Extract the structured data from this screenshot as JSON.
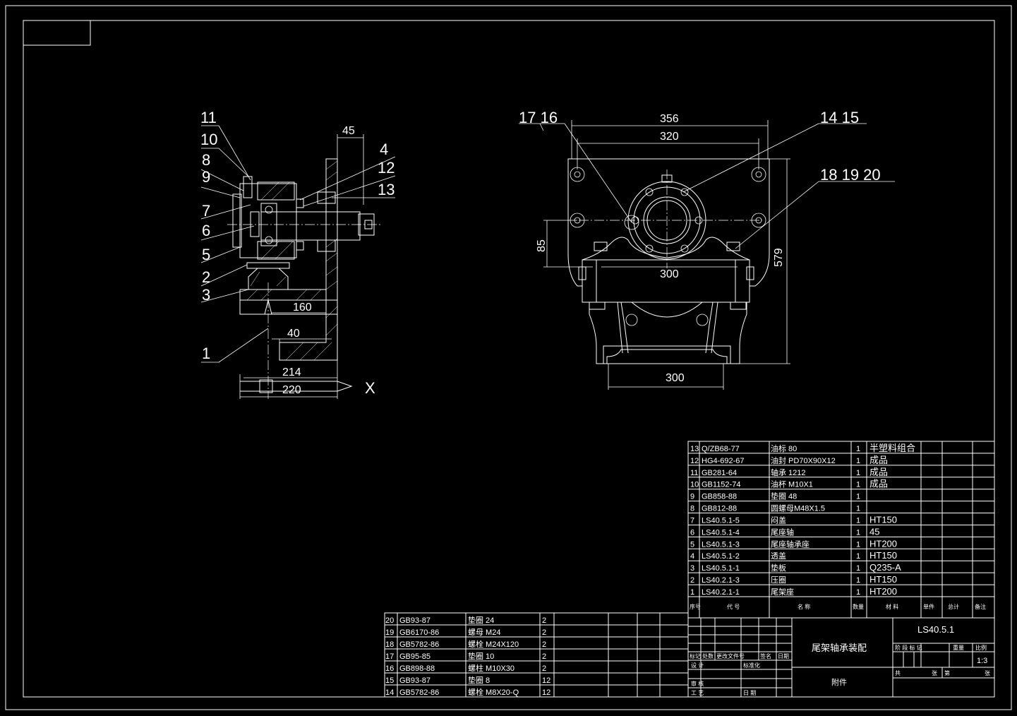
{
  "drawing": {
    "side_view_labels": [
      "11",
      "10",
      "8",
      "9",
      "7",
      "6",
      "5",
      "2",
      "3",
      "1",
      "4",
      "12",
      "13"
    ],
    "side_dims": {
      "d45": "45",
      "d160": "160",
      "d40": "40",
      "d214": "214",
      "d220": "220",
      "axis": "X"
    },
    "front_labels": {
      "l1716": "17 16",
      "l1415": "14 15",
      "l181920": "18 19 20"
    },
    "front_dims": {
      "d356": "356",
      "d320": "320",
      "d85": "85",
      "d300a": "300",
      "d579": "579",
      "d300b": "300"
    }
  },
  "parts_upper": [
    {
      "no": "13",
      "code": "Q/ZB68-77",
      "name": "油标 80",
      "qty": "1",
      "mat": "半塑料组合",
      "note": ""
    },
    {
      "no": "12",
      "code": "HG4-692-67",
      "name": "油封 PD70X90X12",
      "qty": "1",
      "mat": "成品",
      "note": ""
    },
    {
      "no": "11",
      "code": "GB281-64",
      "name": "轴承 1212",
      "qty": "1",
      "mat": "成品",
      "note": ""
    },
    {
      "no": "10",
      "code": "GB1152-74",
      "name": "油杯 M10X1",
      "qty": "1",
      "mat": "成品",
      "note": ""
    },
    {
      "no": "9",
      "code": "GB858-88",
      "name": "垫圈 48",
      "qty": "1",
      "mat": "",
      "note": ""
    },
    {
      "no": "8",
      "code": "GB812-88",
      "name": "圆螺母M48X1.5",
      "qty": "1",
      "mat": "",
      "note": ""
    },
    {
      "no": "7",
      "code": "LS40.5.1-5",
      "name": "闷盖",
      "qty": "1",
      "mat": "HT150",
      "note": ""
    },
    {
      "no": "6",
      "code": "LS40.5.1-4",
      "name": "尾座轴",
      "qty": "1",
      "mat": "45",
      "note": ""
    },
    {
      "no": "5",
      "code": "LS40.5.1-3",
      "name": "尾座轴承座",
      "qty": "1",
      "mat": "HT200",
      "note": ""
    },
    {
      "no": "4",
      "code": "LS40.5.1-2",
      "name": "透盖",
      "qty": "1",
      "mat": "HT150",
      "note": ""
    },
    {
      "no": "3",
      "code": "LS40.5.1-1",
      "name": "垫板",
      "qty": "1",
      "mat": "Q235-A",
      "note": ""
    },
    {
      "no": "2",
      "code": "LS40.2.1-3",
      "name": "压圈",
      "qty": "1",
      "mat": "HT150",
      "note": ""
    },
    {
      "no": "1",
      "code": "LS40.2.1-1",
      "name": "尾架座",
      "qty": "1",
      "mat": "HT200",
      "note": ""
    }
  ],
  "parts_upper_header": {
    "no": "序号",
    "code": "代 号",
    "name": "名 称",
    "qty": "数量",
    "mat": "材 料",
    "w1": "单件",
    "w2": "总计",
    "note": "备注"
  },
  "parts_lower": [
    {
      "no": "20",
      "code": "GB93-87",
      "name": "垫圈 24",
      "qty": "2"
    },
    {
      "no": "19",
      "code": "GB6170-86",
      "name": "螺母 M24",
      "qty": "2"
    },
    {
      "no": "18",
      "code": "GB5782-86",
      "name": "螺栓 M24X120",
      "qty": "2"
    },
    {
      "no": "17",
      "code": "GB95-85",
      "name": "垫圈 10",
      "qty": "2"
    },
    {
      "no": "16",
      "code": "GB898-88",
      "name": "螺柱 M10X30",
      "qty": "2"
    },
    {
      "no": "15",
      "code": "GB93-87",
      "name": "垫圈 8",
      "qty": "12"
    },
    {
      "no": "14",
      "code": "GB5782-86",
      "name": "螺栓 M8X20-Q",
      "qty": "12"
    }
  ],
  "title_block": {
    "drawing_no": "LS40.5.1",
    "title": "尾架轴承装配",
    "scale": "1:3",
    "unit": "附件",
    "r1": [
      "标记",
      "处数",
      "更改文件号",
      "签名",
      "日期"
    ],
    "r2": [
      "设 计",
      "",
      "标准化",
      ""
    ],
    "r3": [
      "审 核",
      "",
      "",
      ""
    ],
    "r4": [
      "工 艺",
      "",
      "日 期",
      ""
    ],
    "right_head": [
      "阶 段 标 记",
      "重量",
      "比例"
    ],
    "sheet": [
      "共",
      "张",
      "第",
      "张"
    ]
  }
}
